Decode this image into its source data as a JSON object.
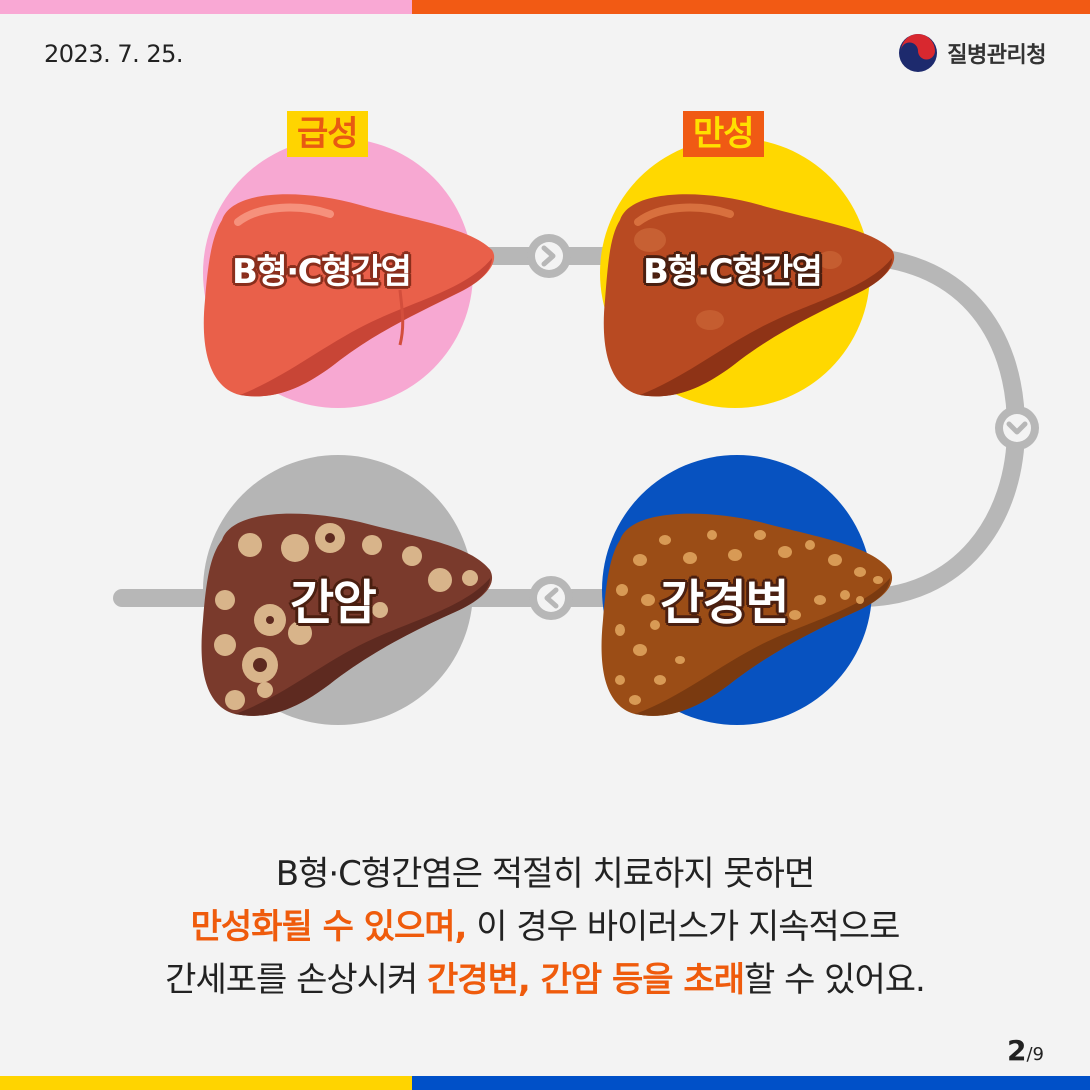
{
  "header": {
    "date": "2023. 7. 25.",
    "agency_name": "질병관리청",
    "logo_icon": "taegeuk-emblem-icon"
  },
  "stages": {
    "acute": {
      "badge": "급성",
      "label": "B형·C형간염"
    },
    "chronic": {
      "badge": "만성",
      "label": "B형·C형간염"
    },
    "cirrhosis": {
      "label": "간경변"
    },
    "cancer": {
      "label": "간암"
    }
  },
  "caption": {
    "line1": "B형·C형간염은 적절히 치료하지 못하면",
    "line2_highlight": "만성화될 수 있으며,",
    "line2_rest": " 이 경우 바이러스가 지속적으로",
    "line3_start": "간세포를 손상시켜 ",
    "line3_highlight": "간경변, 간암 등을 초래",
    "line3_end": "할 수 있어요."
  },
  "pager": {
    "current": "2",
    "total": "/9"
  },
  "colors": {
    "highlight": "#ef5b0c",
    "bar_pink": "#f9a8d4",
    "bar_orange": "#f25a14",
    "bar_yellow": "#ffd400",
    "bar_blue": "#0050c8",
    "acute_circle": "#f7a8d2",
    "chronic_circle": "#ffd800",
    "cirrhosis_circle": "#0752c0",
    "cancer_circle": "#b5b5b5"
  }
}
